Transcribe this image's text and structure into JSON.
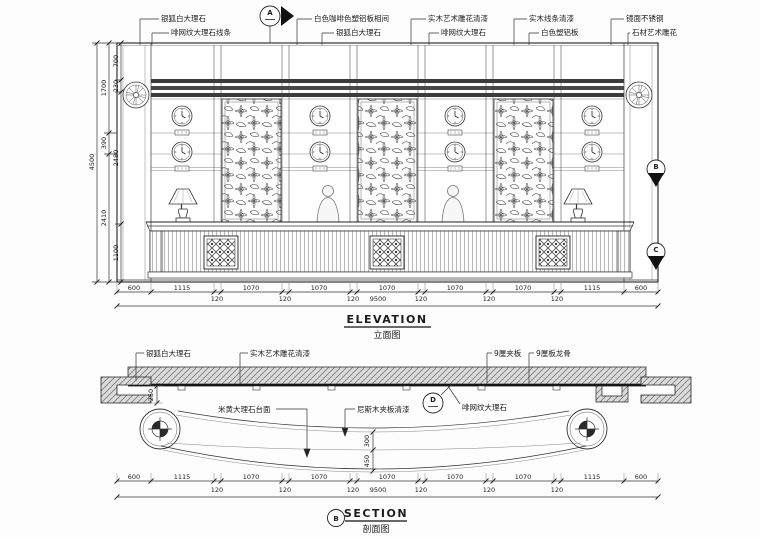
{
  "colors": {
    "line": "#333333",
    "band_stripe": "#3b3b3b",
    "hatch_bg": "#dcdcdc"
  },
  "elevation": {
    "title_en": "ELEVATION",
    "title_zh": "立面图",
    "top_labels": [
      "银狐白大理石",
      "啡网纹大理石线条",
      "白色咖啡色塑铝板相间",
      "银狐白大理石",
      "实木艺术雕花清漆",
      "啡网纹大理石",
      "实木线条清漆",
      "白色塑铝板",
      "镜面不锈钢",
      "石材艺术雕花"
    ],
    "markers": {
      "a": "A",
      "b": "B",
      "c": "C"
    },
    "dims_left": {
      "overall": "4500",
      "middle": [
        "1700",
        "390",
        "2410"
      ],
      "inner": [
        "700",
        "230",
        "2480",
        "1100"
      ]
    },
    "dims_bottom": {
      "segments": [
        "600",
        "1115",
        "1070",
        "1070",
        "1070",
        "1070",
        "1070",
        "1115",
        "600"
      ],
      "gaps": [
        "120",
        "120",
        "120",
        "120",
        "120",
        "120"
      ],
      "overall": "9500"
    }
  },
  "section": {
    "title_en": "SECTION",
    "title_zh": "剖面图",
    "title_marker": "B",
    "detail_marker": "D",
    "labels": [
      "银狐白大理石",
      "实木艺术雕花清漆",
      "9厘夹板",
      "9厘板龙骨",
      "米黄大理石台面",
      "尼斯木夹板清漆",
      "啡网纹大理石"
    ],
    "dims": {
      "wall": "250",
      "counter_top": "300",
      "counter_front": "450"
    },
    "dims_bottom": {
      "segments": [
        "600",
        "1115",
        "1070",
        "1070",
        "1070",
        "1070",
        "1070",
        "1115",
        "600"
      ],
      "gaps": [
        "120",
        "120",
        "120",
        "120",
        "120",
        "120"
      ],
      "overall": "9500"
    }
  }
}
